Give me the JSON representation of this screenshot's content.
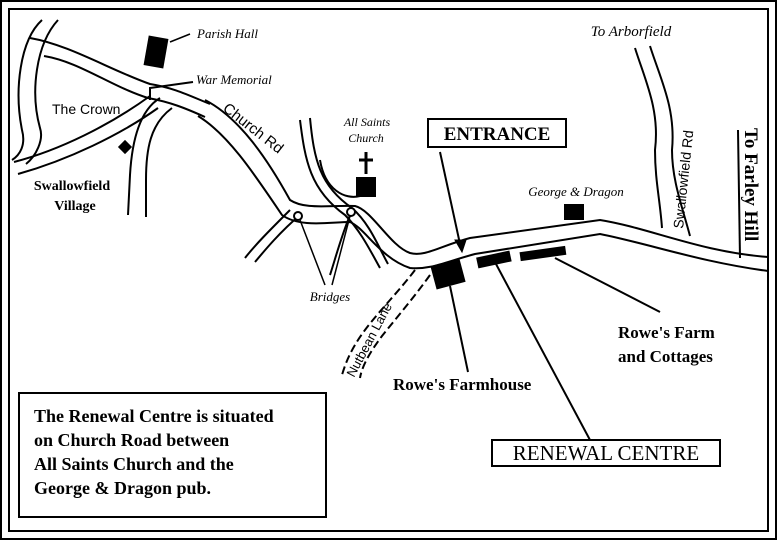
{
  "labels": {
    "parish_hall": "Parish Hall",
    "war_memorial": "War Memorial",
    "the_crown": "The Crown",
    "village_line1": "Swallowfield",
    "village_line2": "Village",
    "church_rd": "Church Rd",
    "all_saints_line1": "All Saints",
    "all_saints_line2": "Church",
    "entrance": "ENTRANCE",
    "to_arborfield": "To Arborfield",
    "swallowfield_rd": "Swallowfield Rd",
    "to_farley_hill": "To Farley Hill",
    "george_dragon": "George & Dragon",
    "bridges": "Bridges",
    "nutbean_lane": "Nutbean Lane",
    "rowes_farm_line1": "Rowe's Farm",
    "rowes_farm_line2": "and Cottages",
    "rowes_farmhouse": "Rowe's Farmhouse",
    "renewal_centre": "RENEWAL CENTRE"
  },
  "info_box": {
    "line1": "The Renewal Centre is situated",
    "line2": "on Church Road between",
    "line3": "All Saints Church and the",
    "line4": "George & Dragon pub."
  },
  "colors": {
    "ink": "#000000",
    "paper": "#ffffff"
  }
}
